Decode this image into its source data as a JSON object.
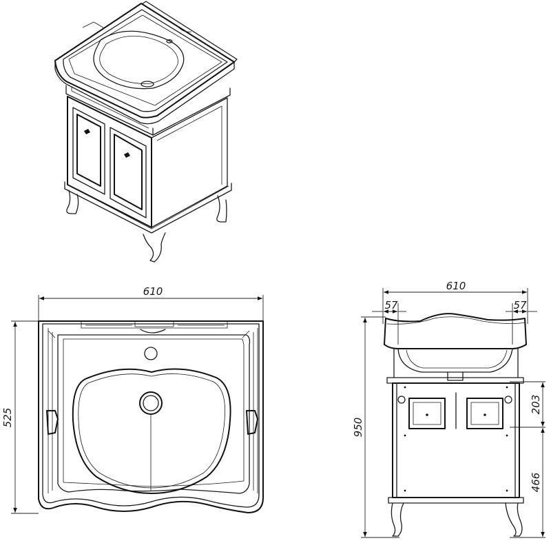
{
  "plan_view": {
    "width_label": "610",
    "depth_label": "525"
  },
  "side_view": {
    "width_label": "610",
    "overhang_left_label": "57",
    "overhang_right_label": "57",
    "total_height_label": "950",
    "drawer_height_label": "203",
    "lower_height_label": "466"
  }
}
